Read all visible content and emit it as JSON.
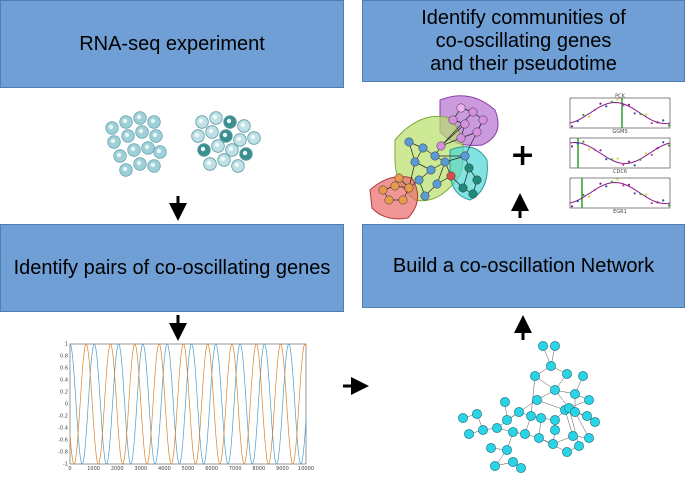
{
  "boxes": {
    "rnaseq": "RNA-seq experiment",
    "communities_l1": "Identify communities of",
    "communities_l2": "co-oscillating genes",
    "communities_l3": "and their pseudotime",
    "pairs": "Identify pairs of co-oscillating genes",
    "network": "Build a co-oscillation Network"
  },
  "plus_symbol": "+",
  "colors": {
    "box_fill": "#6f9fd4",
    "wave_blue": "#4d9ec9",
    "wave_orange": "#d9822b",
    "network_node": "#29d4e6",
    "pseudotime_line": "#8b1a8b",
    "marker_green": "#2ca02c"
  },
  "chart_data": {
    "type": "line",
    "x_ticks": [
      "0",
      "1000",
      "2000",
      "3000",
      "4000",
      "5000",
      "6000",
      "7000",
      "8000",
      "9000",
      "10000"
    ],
    "y_ticks": [
      "1",
      "0.8",
      "0.6",
      "0.4",
      "0.2",
      "0",
      "-0.2",
      "-0.4",
      "-0.6",
      "-0.8",
      "-1"
    ],
    "xlim": [
      0,
      10000
    ],
    "ylim": [
      -1,
      1
    ],
    "series": [
      {
        "color": "#4d9ec9",
        "period": 1030,
        "phase": 0
      },
      {
        "color": "#d9822b",
        "period": 1030,
        "phase": 2.1
      }
    ]
  },
  "pseudotime_panels": [
    {
      "top_label": "PCK",
      "bottom_label": "GGMS"
    },
    {
      "top_label": "",
      "bottom_label": "CDC6"
    },
    {
      "top_label": "",
      "bottom_label": "EGR1"
    }
  ]
}
